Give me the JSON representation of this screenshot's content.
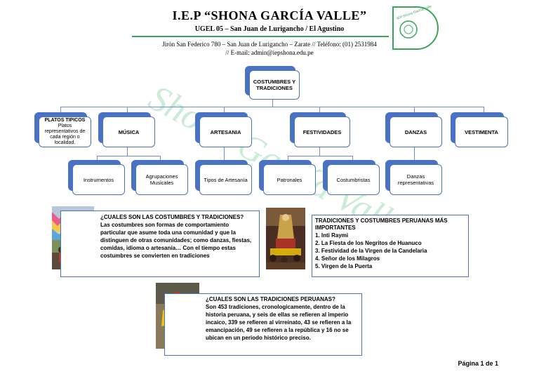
{
  "header": {
    "title": "I.E.P “SHONA GARCÍA VALLE”",
    "subtitle": "UGEL 05 – San Juan de Lurigancho / El Agustino",
    "address": "Jirón San Federico 780 – San Juan de Lurigancho – Zarate // Teléfono: (01) 2531984",
    "email": "// E-mail: admin@iepshona.edu.pe"
  },
  "logo": {
    "text": "IEP Shona García Valle"
  },
  "watermark": "Shona García Valle",
  "chart": {
    "root": "COSTUMBRES Y TRADICIONES",
    "level1": {
      "platos_title": "PLATOS TIPICOS",
      "platos_desc": "Platos representativos de cada región o localidad.",
      "musica": "MÚSICA",
      "artesania": "ARTESANIA",
      "festividades": "FESTIVIDADES",
      "danzas": "DANZAS",
      "vestimenta": "VESTIMENTA"
    },
    "level2": {
      "instrumentos": "Instrumentos",
      "agrupaciones": "Agrupaciones Musicales",
      "tipos_artesania": "Tipos de Artesanía",
      "patronales": "Patronales",
      "costumbristas": "Costumbristas",
      "danzas_rep": "Danzas representativas"
    }
  },
  "box1": {
    "heading": "¿CUALES SON LAS COSTUMBRES Y TRADICIONES?",
    "text": "Las costumbres son formas de comportamiento particular que asume toda una comunidad y que la distinguen de otras comunidades; como danzas, fiestas, comidas, idioma o artesanía… Con el tiempo estas costumbres se convierten en tradiciones"
  },
  "box2": {
    "heading": "TRADICIONES Y COSTUMBRES PERUANAS MÁS IMPORTANTES",
    "items": [
      "1. Inti Raymi",
      "2. La Fiesta de los Negritos de Huanuco",
      "3. Festividad de la Virgen de la Candelaria",
      "4. Señor de los Milagros",
      "5. Virgen de la Puerta"
    ]
  },
  "box3": {
    "heading": "¿CUALES SON LAS TRADICIONES PERUANAS?",
    "text": "Son 453 tradiciones, cronologicamente, dentro de la historia peruana, y seis de ellas se refieren al imperio incaico, 339 se refieren al virreinato, 43 se refieren a la emancipación, 49 se refieren a la república y 16 no se ubican en un periodo histórico preciso."
  },
  "footer": {
    "page": "Página 1 de 1"
  }
}
